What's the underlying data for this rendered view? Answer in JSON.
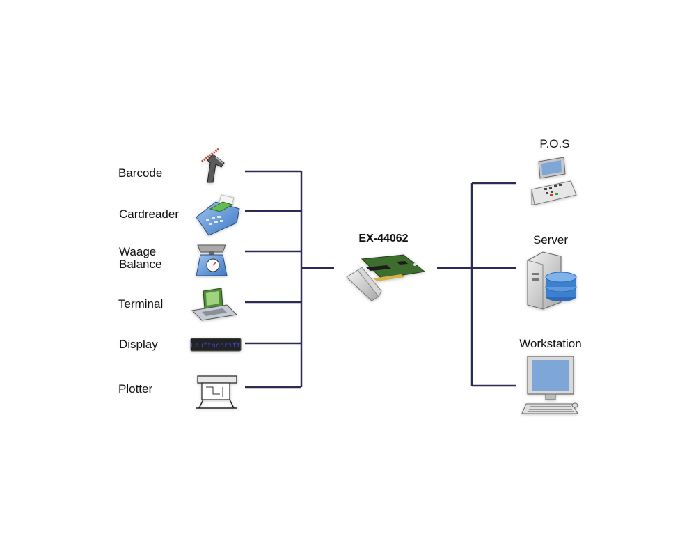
{
  "card": {
    "title": "EX-44062"
  },
  "devices": [
    {
      "label": "Barcode"
    },
    {
      "label": "Cardreader"
    },
    {
      "label_line1": "Waage",
      "label_line2": "Balance"
    },
    {
      "label": "Terminal"
    },
    {
      "label": "Display",
      "screen_text": "Lauftschrift"
    },
    {
      "label": "Plotter"
    }
  ],
  "hosts": [
    {
      "label": "P.O.S"
    },
    {
      "label": "Server"
    },
    {
      "label": "Workstation"
    }
  ],
  "colors": {
    "connector": "#2b2b55",
    "text": "#111111",
    "pcb_green": "#3e6e2e",
    "screen_blue": "#7ea7d8",
    "display_text": "#3a4bd6"
  }
}
